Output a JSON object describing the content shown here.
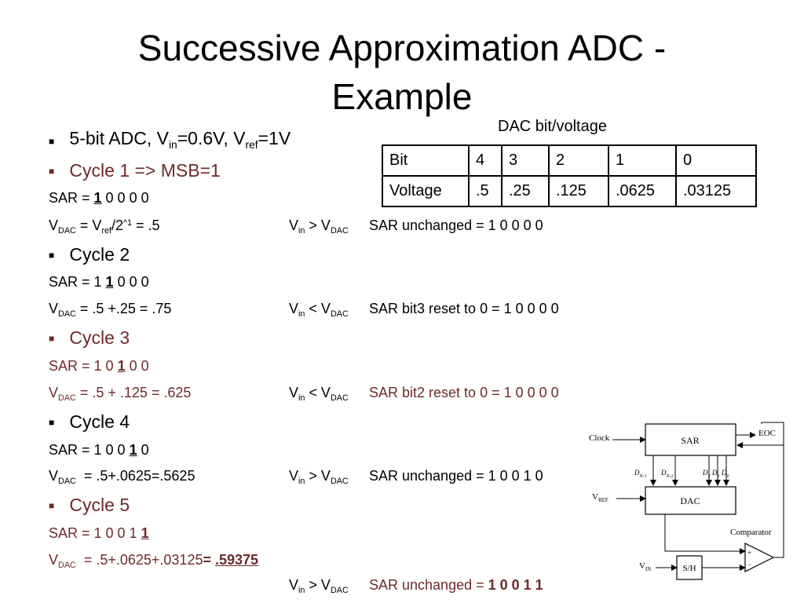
{
  "title": {
    "line1": "Successive Approximation ADC -",
    "line2": "Example"
  },
  "spec": {
    "prefix": "5-bit ADC, V",
    "vin_sub": "in",
    "vin_val": "=0.6V, V",
    "vref_sub": "ref",
    "vref_val": "=1V"
  },
  "cycles": [
    {
      "heading": "Cycle 1 => MSB=1",
      "sar": {
        "pre": "SAR = ",
        "bold": "1",
        "post": " 0 0 0 0"
      },
      "vdac": {
        "v": "V",
        "sub": "DAC",
        "eq_a": " = V",
        "ref_sub": "ref",
        "eq_b": "/2",
        "sup": "^1",
        "eq_c": " = .5"
      },
      "compare": {
        "v1": "V",
        "s1": "in",
        "op": " > V",
        "s2": "DAC"
      },
      "result": {
        "text": "SAR unchanged = 1 0 0 0 0"
      }
    },
    {
      "heading": "Cycle 2",
      "sar": {
        "pre": "SAR = 1 ",
        "bold": "1",
        "post": " 0 0 0"
      },
      "vdac": {
        "v": "V",
        "sub": "DAC",
        "eq": " = .5 +.25 = .75"
      },
      "compare": {
        "v1": "V",
        "s1": "in",
        "op": " < V",
        "s2": "DAC"
      },
      "result": {
        "text": "SAR bit3 reset to 0 = 1 0 0 0 0"
      }
    },
    {
      "heading": "Cycle 3",
      "sar": {
        "pre": "SAR = 1 0 ",
        "bold": "1",
        "post": " 0 0"
      },
      "vdac": {
        "v": "V",
        "sub": "DAC",
        "eq": " = .5 + .125 = .625"
      },
      "compare": {
        "v1": "V",
        "s1": "in",
        "op": " < V",
        "s2": "DAC"
      },
      "result": {
        "text": "SAR bit2 reset to 0 = 1 0 0 0 0"
      }
    },
    {
      "heading": "Cycle 4",
      "sar": {
        "pre": "SAR = 1 0 0 ",
        "bold": "1",
        "post": " 0"
      },
      "vdac": {
        "v": "V",
        "sub": "DAC",
        "eq": "  = .5+.0625=.5625"
      },
      "compare": {
        "v1": "V",
        "s1": "in",
        "op": " > V",
        "s2": "DAC"
      },
      "result": {
        "text": "SAR unchanged = 1 0 0 1 0"
      }
    },
    {
      "heading": "Cycle 5",
      "sar": {
        "pre": "SAR = 1 0 0 1 ",
        "bold": "1",
        "post": ""
      },
      "vdac": {
        "v": "V",
        "sub": "DAC",
        "eq": "  = .5+.0625+.03125",
        "eq_bold": "= ",
        "final": ".59375"
      },
      "compare": {
        "v1": "V",
        "s1": "in",
        "op": " > V",
        "s2": "DAC"
      },
      "result": {
        "pre": "SAR unchanged = ",
        "bold": "1 0 0 1 1"
      }
    }
  ],
  "dac_table": {
    "caption": "DAC bit/voltage",
    "rows": [
      [
        "Bit",
        "4",
        "3",
        "2",
        "1",
        "0"
      ],
      [
        "Voltage",
        ".5",
        ".25",
        ".125",
        ".0625",
        ".03125"
      ]
    ]
  },
  "diagram": {
    "sar": "SAR",
    "dac": "DAC",
    "sh": "S/H",
    "eoc": "EOC",
    "clock": "Clock",
    "comparator": "Comparator",
    "plus": "+",
    "minus": "−",
    "vref": "V",
    "vref_sub": "REF",
    "vin": "V",
    "vin_sub": "IN",
    "d": "D",
    "dn1": "N-1",
    "dn2": "N-2",
    "d2": "2",
    "d1": "1",
    "d0": "0"
  },
  "colors": {
    "text": "#000000",
    "accent": "#6e2a2a",
    "background": "#ffffff"
  }
}
